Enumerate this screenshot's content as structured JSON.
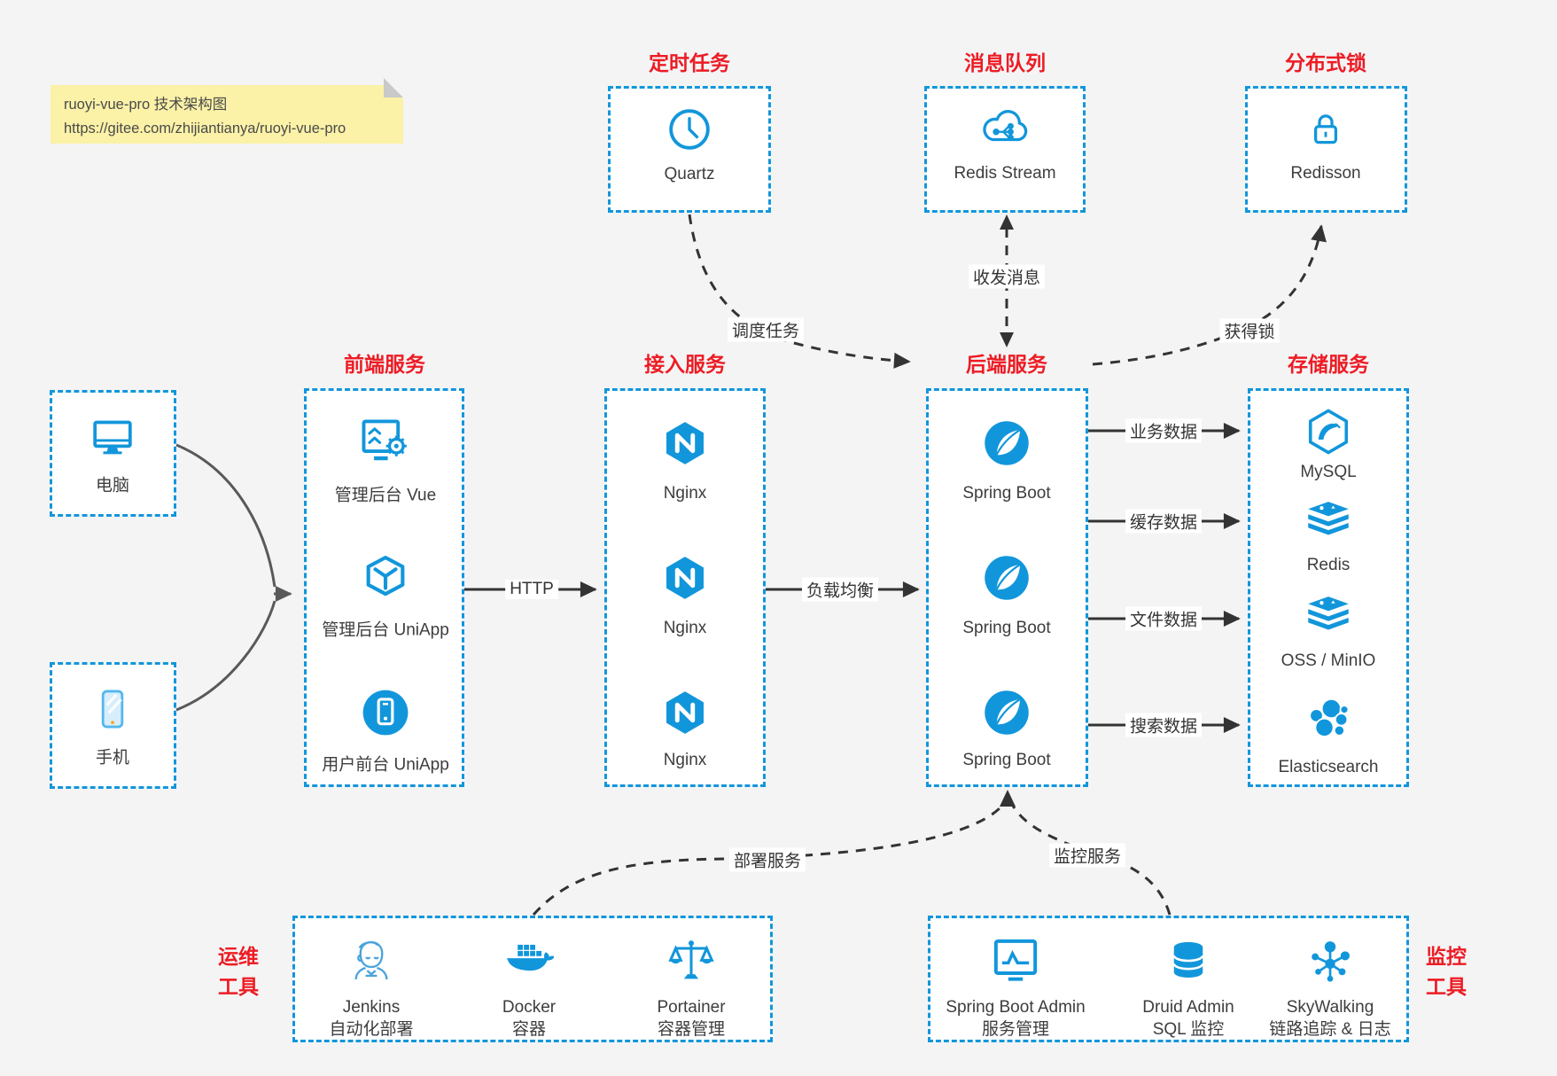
{
  "note": {
    "line1": "ruoyi-vue-pro 技术架构图",
    "line2": "https://gitee.com/zhijiantianya/ruoyi-vue-pro"
  },
  "colors": {
    "accent_blue": "#1296db",
    "title_red": "#ed1c24",
    "canvas_bg": "#f4f4f5",
    "note_bg": "#fbf1a7",
    "arrow_dark": "#333333",
    "arrow_gray": "#595959"
  },
  "groups": {
    "scheduler": {
      "title": "定时任务",
      "item": {
        "label": "Quartz",
        "icon": "clock-icon"
      }
    },
    "mq": {
      "title": "消息队列",
      "item": {
        "label": "Redis Stream",
        "icon": "cloud-network-icon"
      }
    },
    "lock": {
      "title": "分布式锁",
      "item": {
        "label": "Redisson",
        "icon": "lock-icon"
      }
    },
    "clients": {
      "items": [
        {
          "label": "电脑",
          "icon": "desktop-icon"
        },
        {
          "label": "手机",
          "icon": "phone-icon"
        }
      ]
    },
    "frontend": {
      "title": "前端服务",
      "items": [
        {
          "label": "管理后台 Vue",
          "icon": "admin-vue-icon"
        },
        {
          "label": "管理后台 UniApp",
          "icon": "uniapp-cube-icon"
        },
        {
          "label": "用户前台 UniApp",
          "icon": "user-app-icon"
        }
      ]
    },
    "gateway": {
      "title": "接入服务",
      "items": [
        {
          "label": "Nginx",
          "icon": "nginx-icon"
        },
        {
          "label": "Nginx",
          "icon": "nginx-icon"
        },
        {
          "label": "Nginx",
          "icon": "nginx-icon"
        }
      ]
    },
    "backend": {
      "title": "后端服务",
      "items": [
        {
          "label": "Spring Boot",
          "icon": "spring-boot-icon"
        },
        {
          "label": "Spring Boot",
          "icon": "spring-boot-icon"
        },
        {
          "label": "Spring Boot",
          "icon": "spring-boot-icon"
        }
      ]
    },
    "storage": {
      "title": "存储服务",
      "items": [
        {
          "label": "MySQL",
          "icon": "mysql-icon"
        },
        {
          "label": "Redis",
          "icon": "redis-icon"
        },
        {
          "label": "OSS / MinIO",
          "icon": "oss-icon"
        },
        {
          "label": "Elasticsearch",
          "icon": "elasticsearch-icon"
        }
      ]
    },
    "devops": {
      "title_line1": "运维",
      "title_line2": "工具",
      "items": [
        {
          "name": "Jenkins",
          "desc": "自动化部署",
          "icon": "jenkins-icon"
        },
        {
          "name": "Docker",
          "desc": "容器",
          "icon": "docker-icon"
        },
        {
          "name": "Portainer",
          "desc": "容器管理",
          "icon": "portainer-icon"
        }
      ]
    },
    "monitoring": {
      "title_line1": "监控",
      "title_line2": "工具",
      "items": [
        {
          "name": "Spring Boot Admin",
          "desc": "服务管理",
          "icon": "spring-boot-admin-icon"
        },
        {
          "name": "Druid Admin",
          "desc": "SQL 监控",
          "icon": "druid-icon"
        },
        {
          "name": "SkyWalking",
          "desc": "链路追踪 & 日志",
          "icon": "skywalking-icon"
        }
      ]
    }
  },
  "edges": {
    "http": "HTTP",
    "load_balance": "负载均衡",
    "schedule_job": "调度任务",
    "send_receive_message": "收发消息",
    "acquire_lock": "获得锁",
    "business_data": "业务数据",
    "cache_data": "缓存数据",
    "file_data": "文件数据",
    "search_data": "搜索数据",
    "deploy_service": "部署服务",
    "monitor_service": "监控服务"
  }
}
